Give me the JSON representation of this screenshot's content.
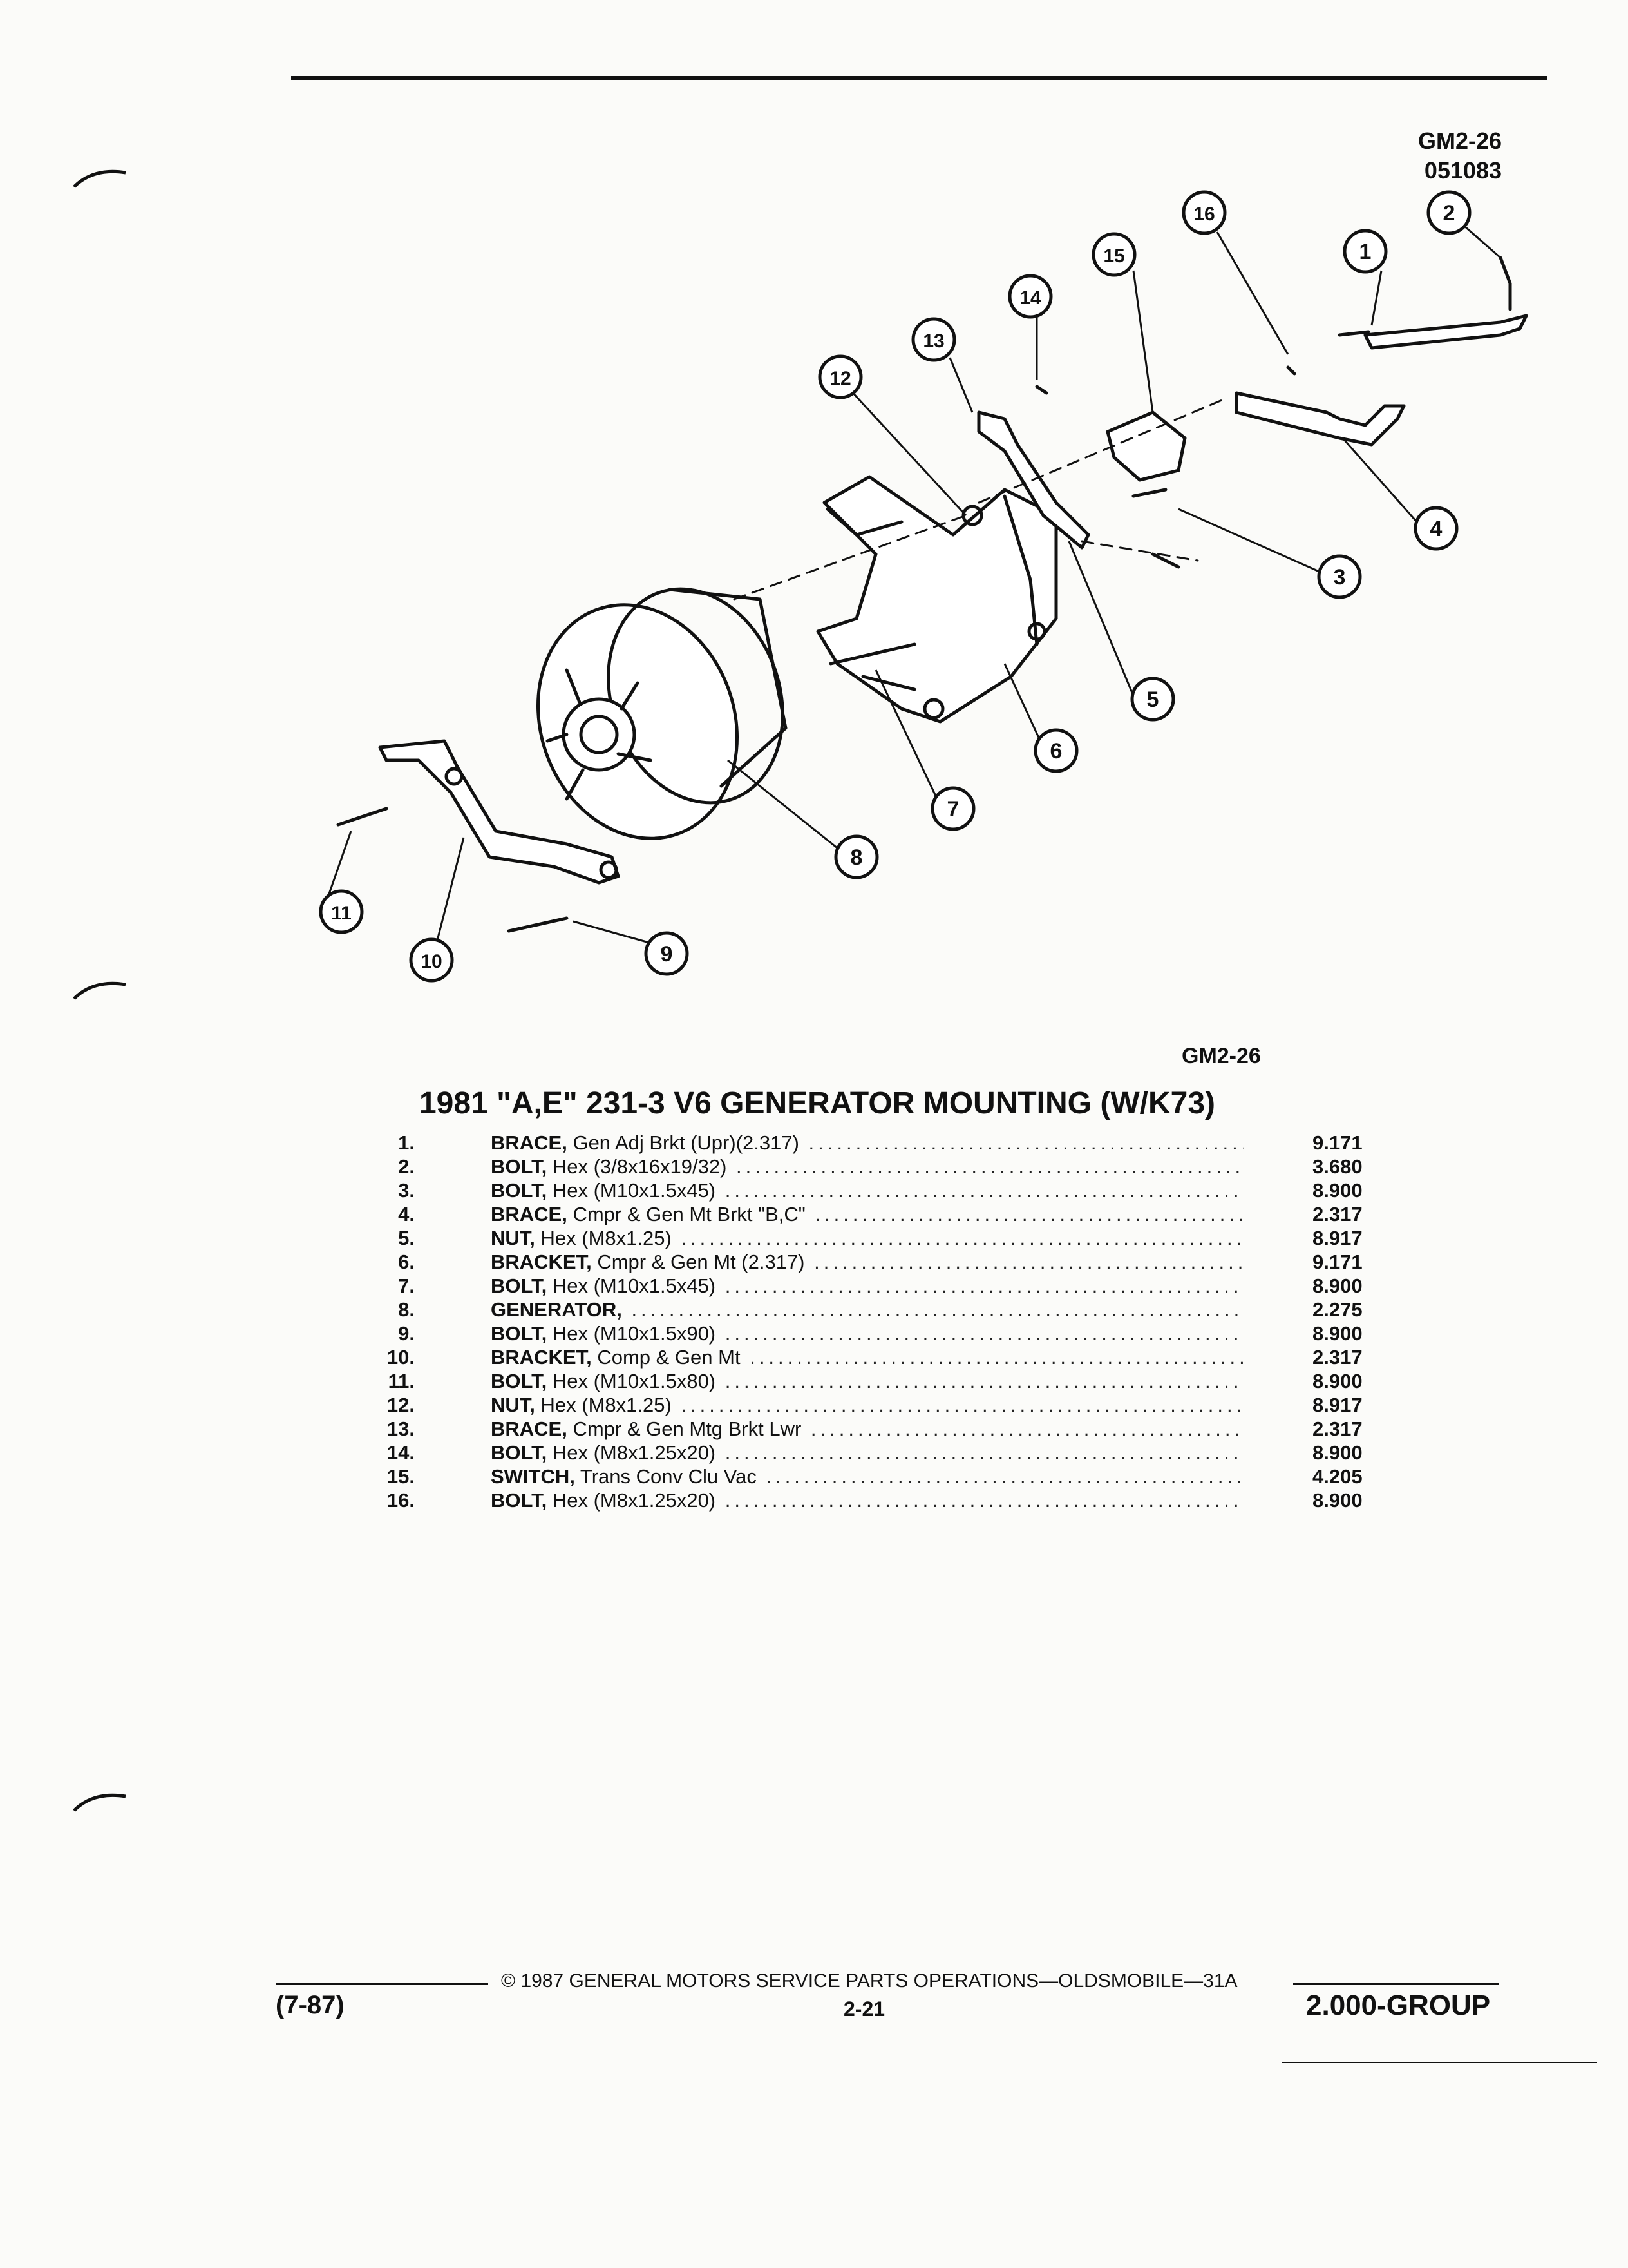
{
  "header": {
    "code_line1": "GM2-26",
    "code_line2": "051083"
  },
  "diagram": {
    "callouts": [
      "1",
      "2",
      "3",
      "4",
      "5",
      "6",
      "7",
      "8",
      "9",
      "10",
      "11",
      "12",
      "13",
      "14",
      "15",
      "16"
    ],
    "figure_label": "GM2-26"
  },
  "title": "1981 \"A,E\" 231-3 V6 GENERATOR MOUNTING (W/K73)",
  "parts": [
    {
      "num": "1.",
      "name": "BRACE,",
      "desc": " Gen Adj Brkt (Upr)(2.317)",
      "group": "9.171"
    },
    {
      "num": "2.",
      "name": "BOLT,",
      "desc": " Hex (3/8x16x19/32)",
      "group": "3.680"
    },
    {
      "num": "3.",
      "name": "BOLT,",
      "desc": " Hex (M10x1.5x45)",
      "group": "8.900"
    },
    {
      "num": "4.",
      "name": "BRACE,",
      "desc": " Cmpr & Gen Mt Brkt \"B,C\"",
      "group": "2.317"
    },
    {
      "num": "5.",
      "name": "NUT,",
      "desc": " Hex (M8x1.25)",
      "group": "8.917"
    },
    {
      "num": "6.",
      "name": "BRACKET,",
      "desc": " Cmpr & Gen Mt (2.317)",
      "group": "9.171"
    },
    {
      "num": "7.",
      "name": "BOLT,",
      "desc": " Hex (M10x1.5x45)",
      "group": "8.900"
    },
    {
      "num": "8.",
      "name": "GENERATOR,",
      "desc": "",
      "group": "2.275"
    },
    {
      "num": "9.",
      "name": "BOLT,",
      "desc": " Hex (M10x1.5x90)",
      "group": "8.900"
    },
    {
      "num": "10.",
      "name": "BRACKET,",
      "desc": " Comp & Gen Mt",
      "group": "2.317"
    },
    {
      "num": "11.",
      "name": "BOLT,",
      "desc": " Hex (M10x1.5x80)",
      "group": "8.900"
    },
    {
      "num": "12.",
      "name": "NUT,",
      "desc": " Hex (M8x1.25)",
      "group": "8.917"
    },
    {
      "num": "13.",
      "name": "BRACE,",
      "desc": " Cmpr & Gen Mtg Brkt Lwr",
      "group": "2.317"
    },
    {
      "num": "14.",
      "name": "BOLT,",
      "desc": " Hex (M8x1.25x20)",
      "group": "8.900"
    },
    {
      "num": "15.",
      "name": "SWITCH,",
      "desc": " Trans Conv Clu Vac",
      "group": "4.205"
    },
    {
      "num": "16.",
      "name": "BOLT,",
      "desc": " Hex (M8x1.25x20)",
      "group": "8.900"
    }
  ],
  "footer": {
    "date_code": "(7-87)",
    "copyright": "© 1987 GENERAL MOTORS SERVICE PARTS OPERATIONS—OLDSMOBILE—31A",
    "page": "2-21",
    "group": "2.000-GROUP"
  }
}
